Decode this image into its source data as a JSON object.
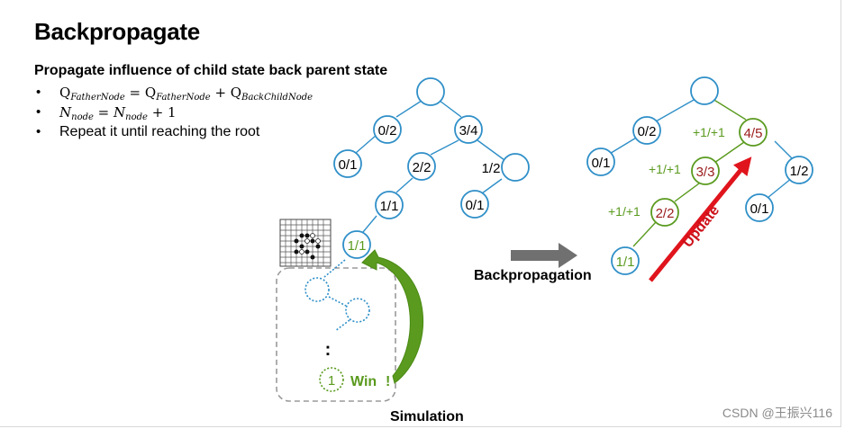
{
  "slide": {
    "title": "Backpropagate",
    "subtitle": "Propagate influence of child state back parent state",
    "bullets": {
      "repeat": "Repeat it until reaching the root"
    },
    "formula1": {
      "q": "Q",
      "father_sub": "FatherNode",
      "eq": " = ",
      "plus": " + ",
      "child_sub": "BackChildNode"
    },
    "formula2": {
      "n": "N",
      "node_sub": "node",
      "eq": " = ",
      "tail": " + 1"
    }
  },
  "left_tree": {
    "nodes": [
      "0/2",
      "3/4",
      "0/1",
      "2/2",
      "1/2",
      "1/1",
      "0/1",
      "1/1"
    ]
  },
  "simulation": {
    "leaf_value": "1",
    "win_label": "Win",
    "exclaim": "!",
    "ellipsis": ":",
    "caption": "Simulation"
  },
  "arrow": {
    "caption": "Backpropagation"
  },
  "right_tree": {
    "nodes": [
      "0/2",
      "4/5",
      "0/1",
      "3/3",
      "1/2",
      "2/2",
      "0/1",
      "1/1"
    ],
    "increments": [
      "+1/+1",
      "+1/+1",
      "+1/+1"
    ],
    "update_label": "Update"
  },
  "colors": {
    "node_stroke": "#2f8fc8",
    "path_green": "#5a9a1e",
    "updated_text": "#9a1b1b",
    "update_arrow": "#e0141c",
    "gray_arrow": "#707070"
  },
  "watermark": "CSDN @王振兴116"
}
